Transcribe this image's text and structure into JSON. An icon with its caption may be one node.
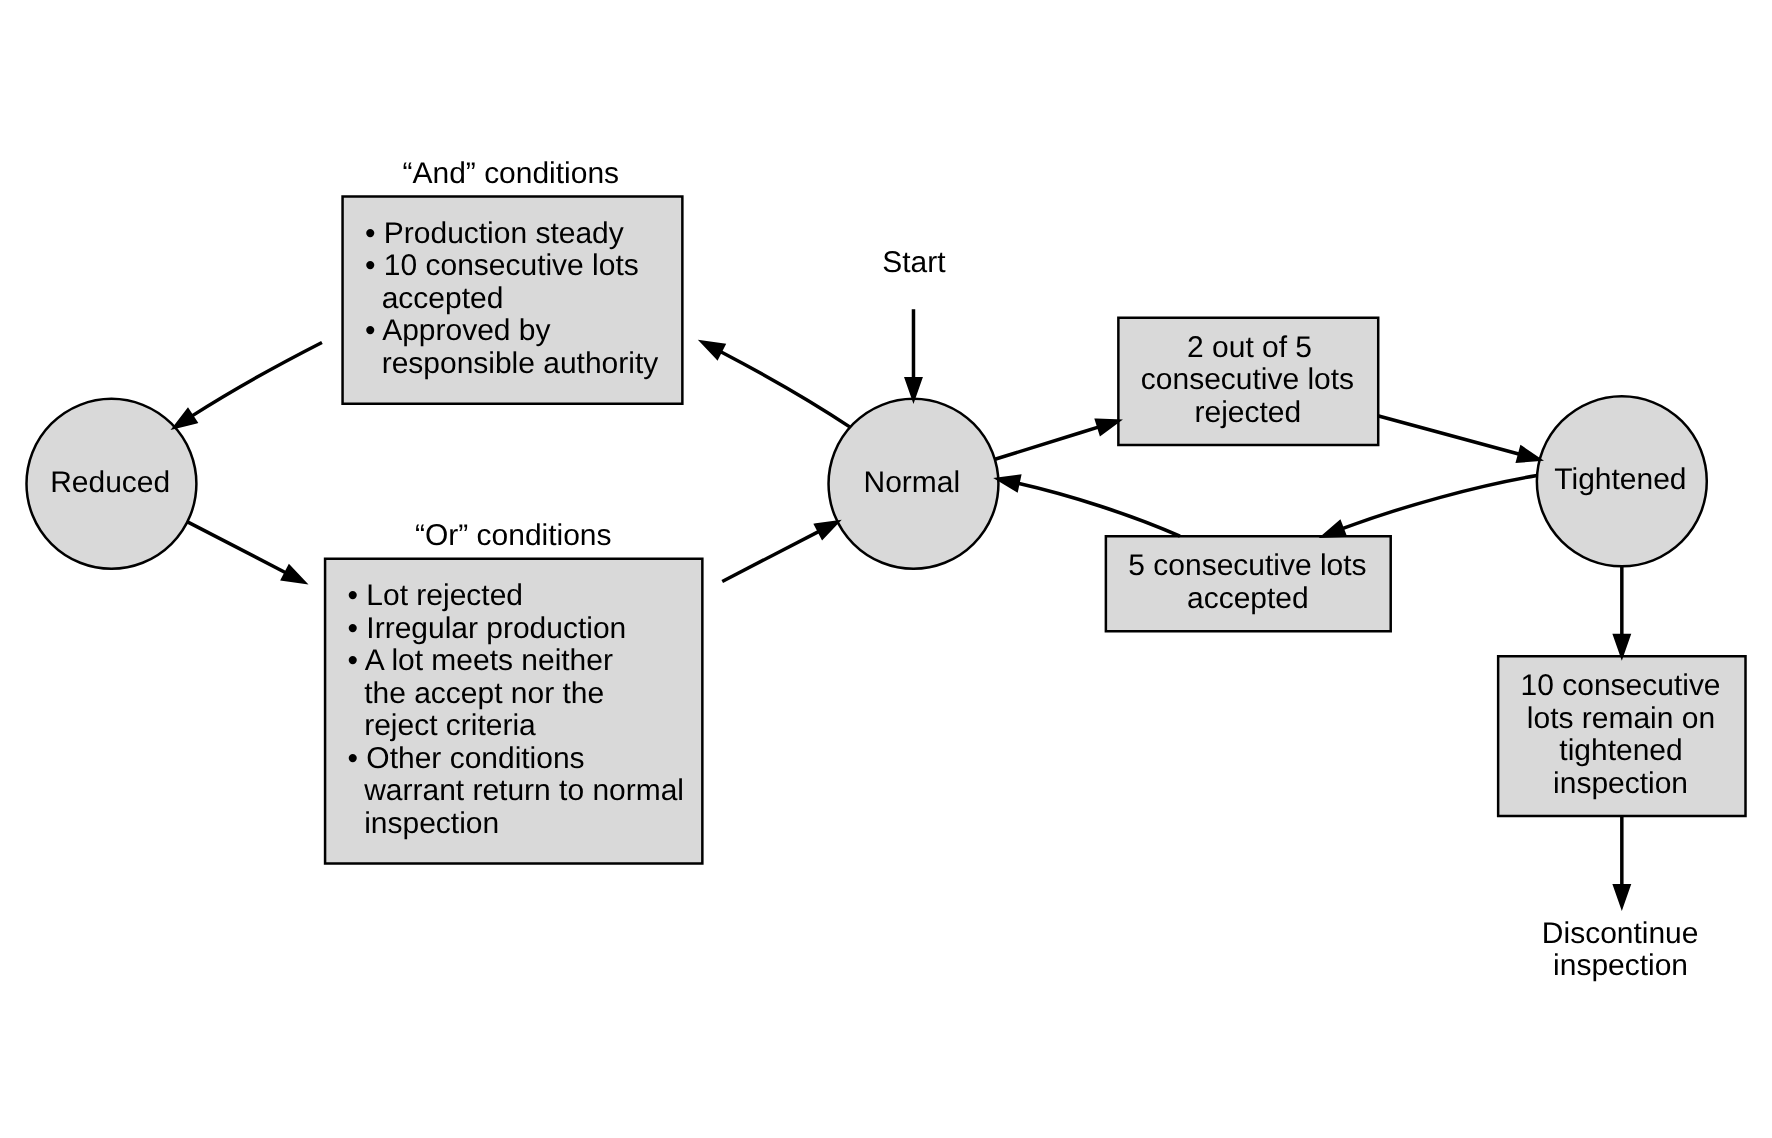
{
  "diagram": {
    "nodes": [
      {
        "text": [
          "Start"
        ]
      },
      {
        "text": [
          "Normal"
        ]
      },
      {
        "text": [
          "“And” conditions",
          "• Production steady",
          "• 10 consecutive lots accepted",
          "• Approved by responsible authority"
        ]
      },
      {
        "text": [
          "Reduced"
        ]
      },
      {
        "text": [
          "“Or” conditions",
          "• Lot rejected",
          "• Irregular production",
          "• A lot meets neither the accept nor the reject criteria",
          "• Other conditions warrant return to normal inspection"
        ]
      },
      {
        "text": [
          "2 out of 5 consecutive lots rejected"
        ]
      },
      {
        "text": [
          "Tightened"
        ]
      },
      {
        "text": [
          "5 consecutive lots accepted"
        ]
      },
      {
        "text": [
          "10 consecutive lots remain on tightened inspection"
        ]
      },
      {
        "text": [
          "Discontinue inspection"
        ]
      }
    ],
    "edges": [
      {
        "from": 0,
        "to": 1,
        "arrow": "to"
      },
      {
        "from": 1,
        "to": 2,
        "arrow": "to"
      },
      {
        "from": 2,
        "to": 3,
        "arrow": "to"
      },
      {
        "from": 3,
        "to": 4,
        "arrow": "to"
      },
      {
        "from": 4,
        "to": 1,
        "arrow": "to"
      },
      {
        "from": 1,
        "to": 5,
        "arrow": "to"
      },
      {
        "from": 5,
        "to": 6,
        "arrow": "to"
      },
      {
        "from": 6,
        "to": 7,
        "arrow": "to"
      },
      {
        "from": 7,
        "to": 1,
        "arrow": "to"
      },
      {
        "from": 6,
        "to": 8,
        "arrow": "to"
      },
      {
        "from": 8,
        "to": 9,
        "arrow": "to"
      }
    ]
  }
}
